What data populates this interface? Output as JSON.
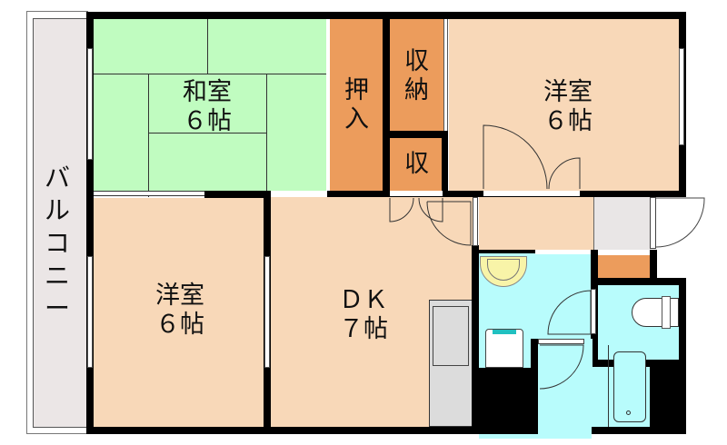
{
  "floor_plan": {
    "type": "apartment floor plan",
    "layout": "3DK",
    "colors": {
      "western_room": "#f8d8b8",
      "japanese_room": "#c0fcc0",
      "storage": "#ec9c5c",
      "wet_area": "#b8fcfc",
      "balcony": "#ebe6e6",
      "entrance": "#e9e6e6",
      "kitchen_counter": "#dcdcdc",
      "wall": "#000000"
    },
    "rooms": {
      "balcony": {
        "label": "バルコニー",
        "chars": [
          "バ",
          "ル",
          "コ",
          "ニ",
          "ー"
        ]
      },
      "washitsu": {
        "name": "和室",
        "size": "6帖",
        "line1": "和室",
        "line2": "６帖"
      },
      "oshiire": {
        "line1": "押",
        "line2": "入"
      },
      "shuno": {
        "line1": "収",
        "line2": "納"
      },
      "shu_small": {
        "line1": "収"
      },
      "yoshitsu_top": {
        "name": "洋室",
        "size": "6帖",
        "line1": "洋室",
        "line2": "６帖"
      },
      "yoshitsu_left": {
        "name": "洋室",
        "size": "6帖",
        "line1": "洋室",
        "line2": "６帖"
      },
      "dk": {
        "name": "ＤＫ",
        "size": "7帖",
        "line1": "ＤＫ",
        "line2": "７帖"
      }
    },
    "fixtures": [
      "wash-basin",
      "washing-machine-space",
      "toilet",
      "bathtub",
      "kitchen-counter",
      "entrance-door"
    ]
  }
}
